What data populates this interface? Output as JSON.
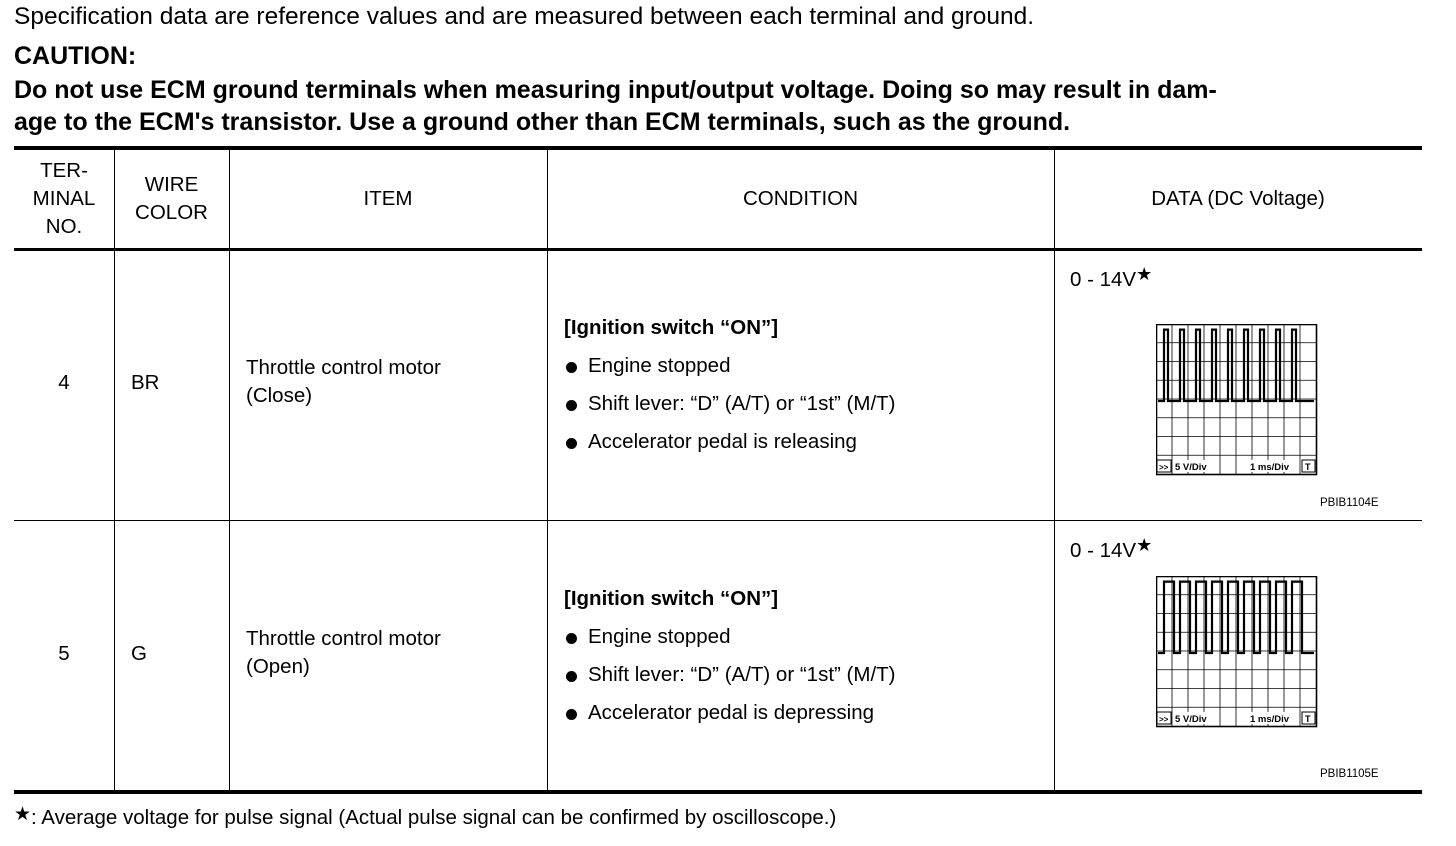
{
  "intro_text": "Specification data are reference values and are measured between each terminal and ground.",
  "caution": {
    "heading": "CAUTION:",
    "line1": "Do not use ECM ground terminals when measuring input/output voltage. Doing so may result in dam-",
    "line2": "age to the ECM's transistor. Use a ground other than ECM terminals, such as the ground."
  },
  "table": {
    "headers": {
      "terminal": [
        "TER-",
        "MINAL",
        "NO."
      ],
      "wire": [
        "WIRE",
        "COLOR"
      ],
      "item": "ITEM",
      "condition": "CONDITION",
      "data": "DATA (DC Voltage)"
    },
    "rows": [
      {
        "terminal_no": "4",
        "wire_color": "BR",
        "item": [
          "Throttle control motor",
          "(Close)"
        ],
        "condition_title": "[Ignition switch “ON”]",
        "conditions": [
          "Engine stopped",
          "Shift lever: “D” (A/T) or “1st” (M/T)",
          "Accelerator pedal is releasing"
        ],
        "data_value": "0 - 14V",
        "data_star": "★",
        "scope": {
          "scale_left": "5 V/Div",
          "scale_right": "1 ms/Div",
          "left_badge": ">>",
          "right_badge": "T",
          "image_code": "PBIB1104E",
          "waveform": "narrow-high-pulses"
        }
      },
      {
        "terminal_no": "5",
        "wire_color": "G",
        "item": [
          "Throttle control motor",
          "(Open)"
        ],
        "condition_title": "[Ignition switch “ON”]",
        "conditions": [
          "Engine stopped",
          "Shift lever: “D” (A/T) or “1st” (M/T)",
          "Accelerator pedal is depressing"
        ],
        "data_value": "0 - 14V",
        "data_star": "★",
        "scope": {
          "scale_left": "5 V/Div",
          "scale_right": "1 ms/Div",
          "left_badge": ">>",
          "right_badge": "T",
          "image_code": "PBIB1105E",
          "waveform": "wide-high-pulses"
        }
      }
    ]
  },
  "footnote": {
    "star": "★",
    "text": ": Average voltage for pulse signal (Actual pulse signal can be confirmed by oscilloscope.)"
  }
}
